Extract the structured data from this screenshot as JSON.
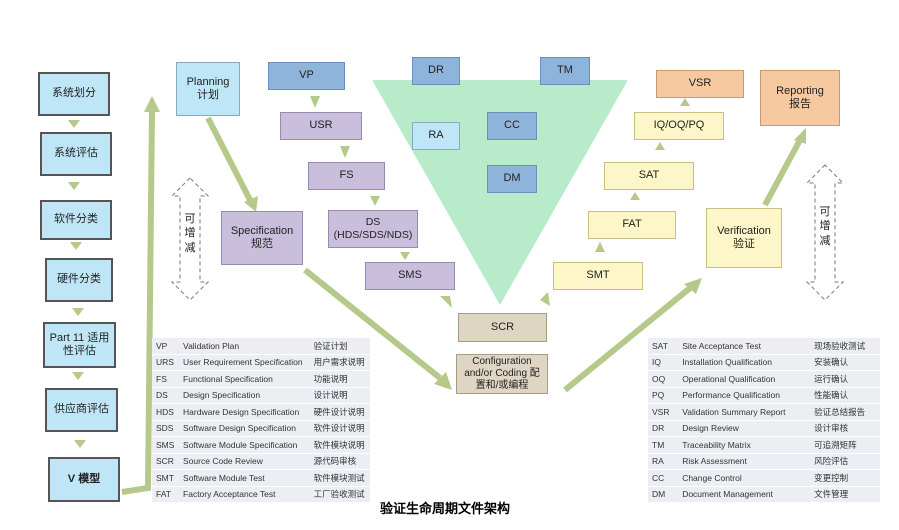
{
  "left_flow": [
    "系统划分",
    "系统评估",
    "软件分类",
    "硬件分类",
    "Part 11 适用性评估",
    "供应商评估",
    "V 模型"
  ],
  "planning": {
    "en": "Planning",
    "zh": "计划"
  },
  "specification": {
    "en": "Specification",
    "zh": "规范"
  },
  "verification": {
    "en": "Verification",
    "zh": "验证"
  },
  "reporting": {
    "en": "Reporting",
    "zh": "报告"
  },
  "left_v": [
    "VP",
    "USR",
    "FS",
    "DS (HDS/SDS/NDS)",
    "SMS"
  ],
  "bottom": {
    "scr": "SCR",
    "config": "Configuration and/or Coding 配置和/或编程"
  },
  "right_v": [
    "SMT",
    "FAT",
    "SAT",
    "IQ/OQ/PQ",
    "VSR"
  ],
  "triangle": [
    "DR",
    "TM",
    "RA",
    "CC",
    "DM"
  ],
  "adjustable": "可增减",
  "left_table": [
    [
      "VP",
      "Validation Plan",
      "验证计划"
    ],
    [
      "URS",
      "User Requirement Specification",
      "用户需求说明"
    ],
    [
      "FS",
      "Functional Specification",
      "功能说明"
    ],
    [
      "DS",
      "Design Specification",
      "设计说明"
    ],
    [
      "HDS",
      "Hardware Design Specification",
      "硬件设计说明"
    ],
    [
      "SDS",
      "Software Design Specification",
      "软件设计说明"
    ],
    [
      "SMS",
      "Software Module Specification",
      "软件模块说明"
    ],
    [
      "SCR",
      "Source Code Review",
      "源代码审核"
    ],
    [
      "SMT",
      "Software Module Test",
      "软件模块测试"
    ],
    [
      "FAT",
      "Factory Acceptance Test",
      "工厂验收测试"
    ]
  ],
  "right_table": [
    [
      "SAT",
      "Site Acceptance Test",
      "现场验收测试"
    ],
    [
      "IQ",
      "Installation Qualification",
      "安装确认"
    ],
    [
      "OQ",
      "Operational Qualification",
      "运行确认"
    ],
    [
      "PQ",
      "Performance Qualification",
      "性能确认"
    ],
    [
      "VSR",
      "Validation Summary Report",
      "验证总结报告"
    ],
    [
      "DR",
      "Design Review",
      "设计审核"
    ],
    [
      "TM",
      "Traceability Matrix",
      "可追溯矩阵"
    ],
    [
      "RA",
      "Risk Assessment",
      "风险评估"
    ],
    [
      "CC",
      "Change Control",
      "变更控制"
    ],
    [
      "DM",
      "Document Management",
      "文件管理"
    ]
  ],
  "caption": "验证生命周期文件架构"
}
